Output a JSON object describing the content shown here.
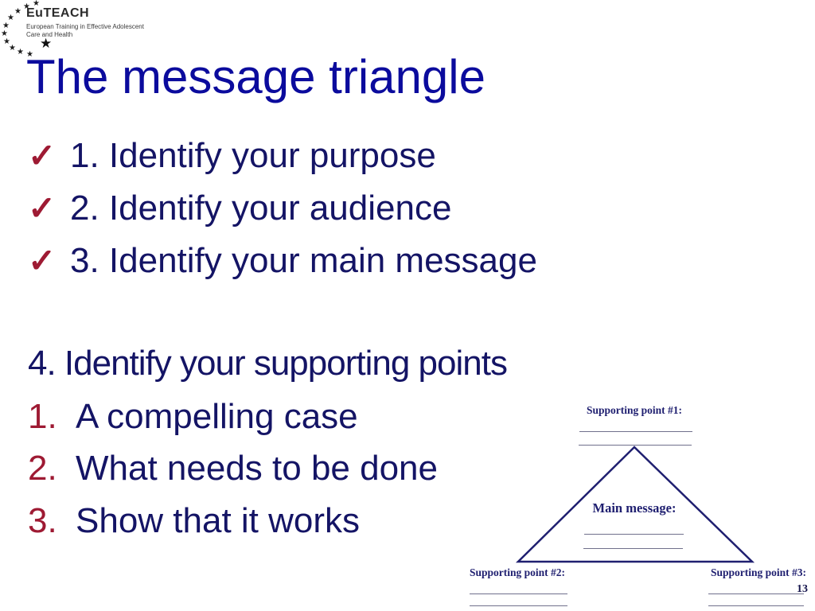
{
  "logo": {
    "name": "EuTEACH",
    "subtitle1": "European Training in Effective Adolescent",
    "subtitle2": "Care and Health"
  },
  "icons": {
    "check": "✓",
    "star": "★"
  },
  "title": "The message triangle",
  "checklist": [
    {
      "text": "1. Identify your purpose"
    },
    {
      "text": "2. Identify your audience"
    },
    {
      "text": "3. Identify your main message"
    }
  ],
  "supporting_heading": "4. Identify your supporting points",
  "numbered_list": [
    {
      "number": "1.",
      "text": "A compelling case"
    },
    {
      "number": "2.",
      "text": "What needs to be done"
    },
    {
      "number": "3.",
      "text": "Show that it works"
    }
  ],
  "diagram": {
    "supporting_point_1": "Supporting point #1:",
    "main_message": "Main message:",
    "supporting_point_2": "Supporting point #2:",
    "supporting_point_3": "Supporting point #3:"
  },
  "page_number": "13",
  "colors": {
    "title_blue": "#0b0b9d",
    "body_navy": "#141465",
    "accent_red": "#9e1a33",
    "diagram_navy": "#1f1f70"
  }
}
